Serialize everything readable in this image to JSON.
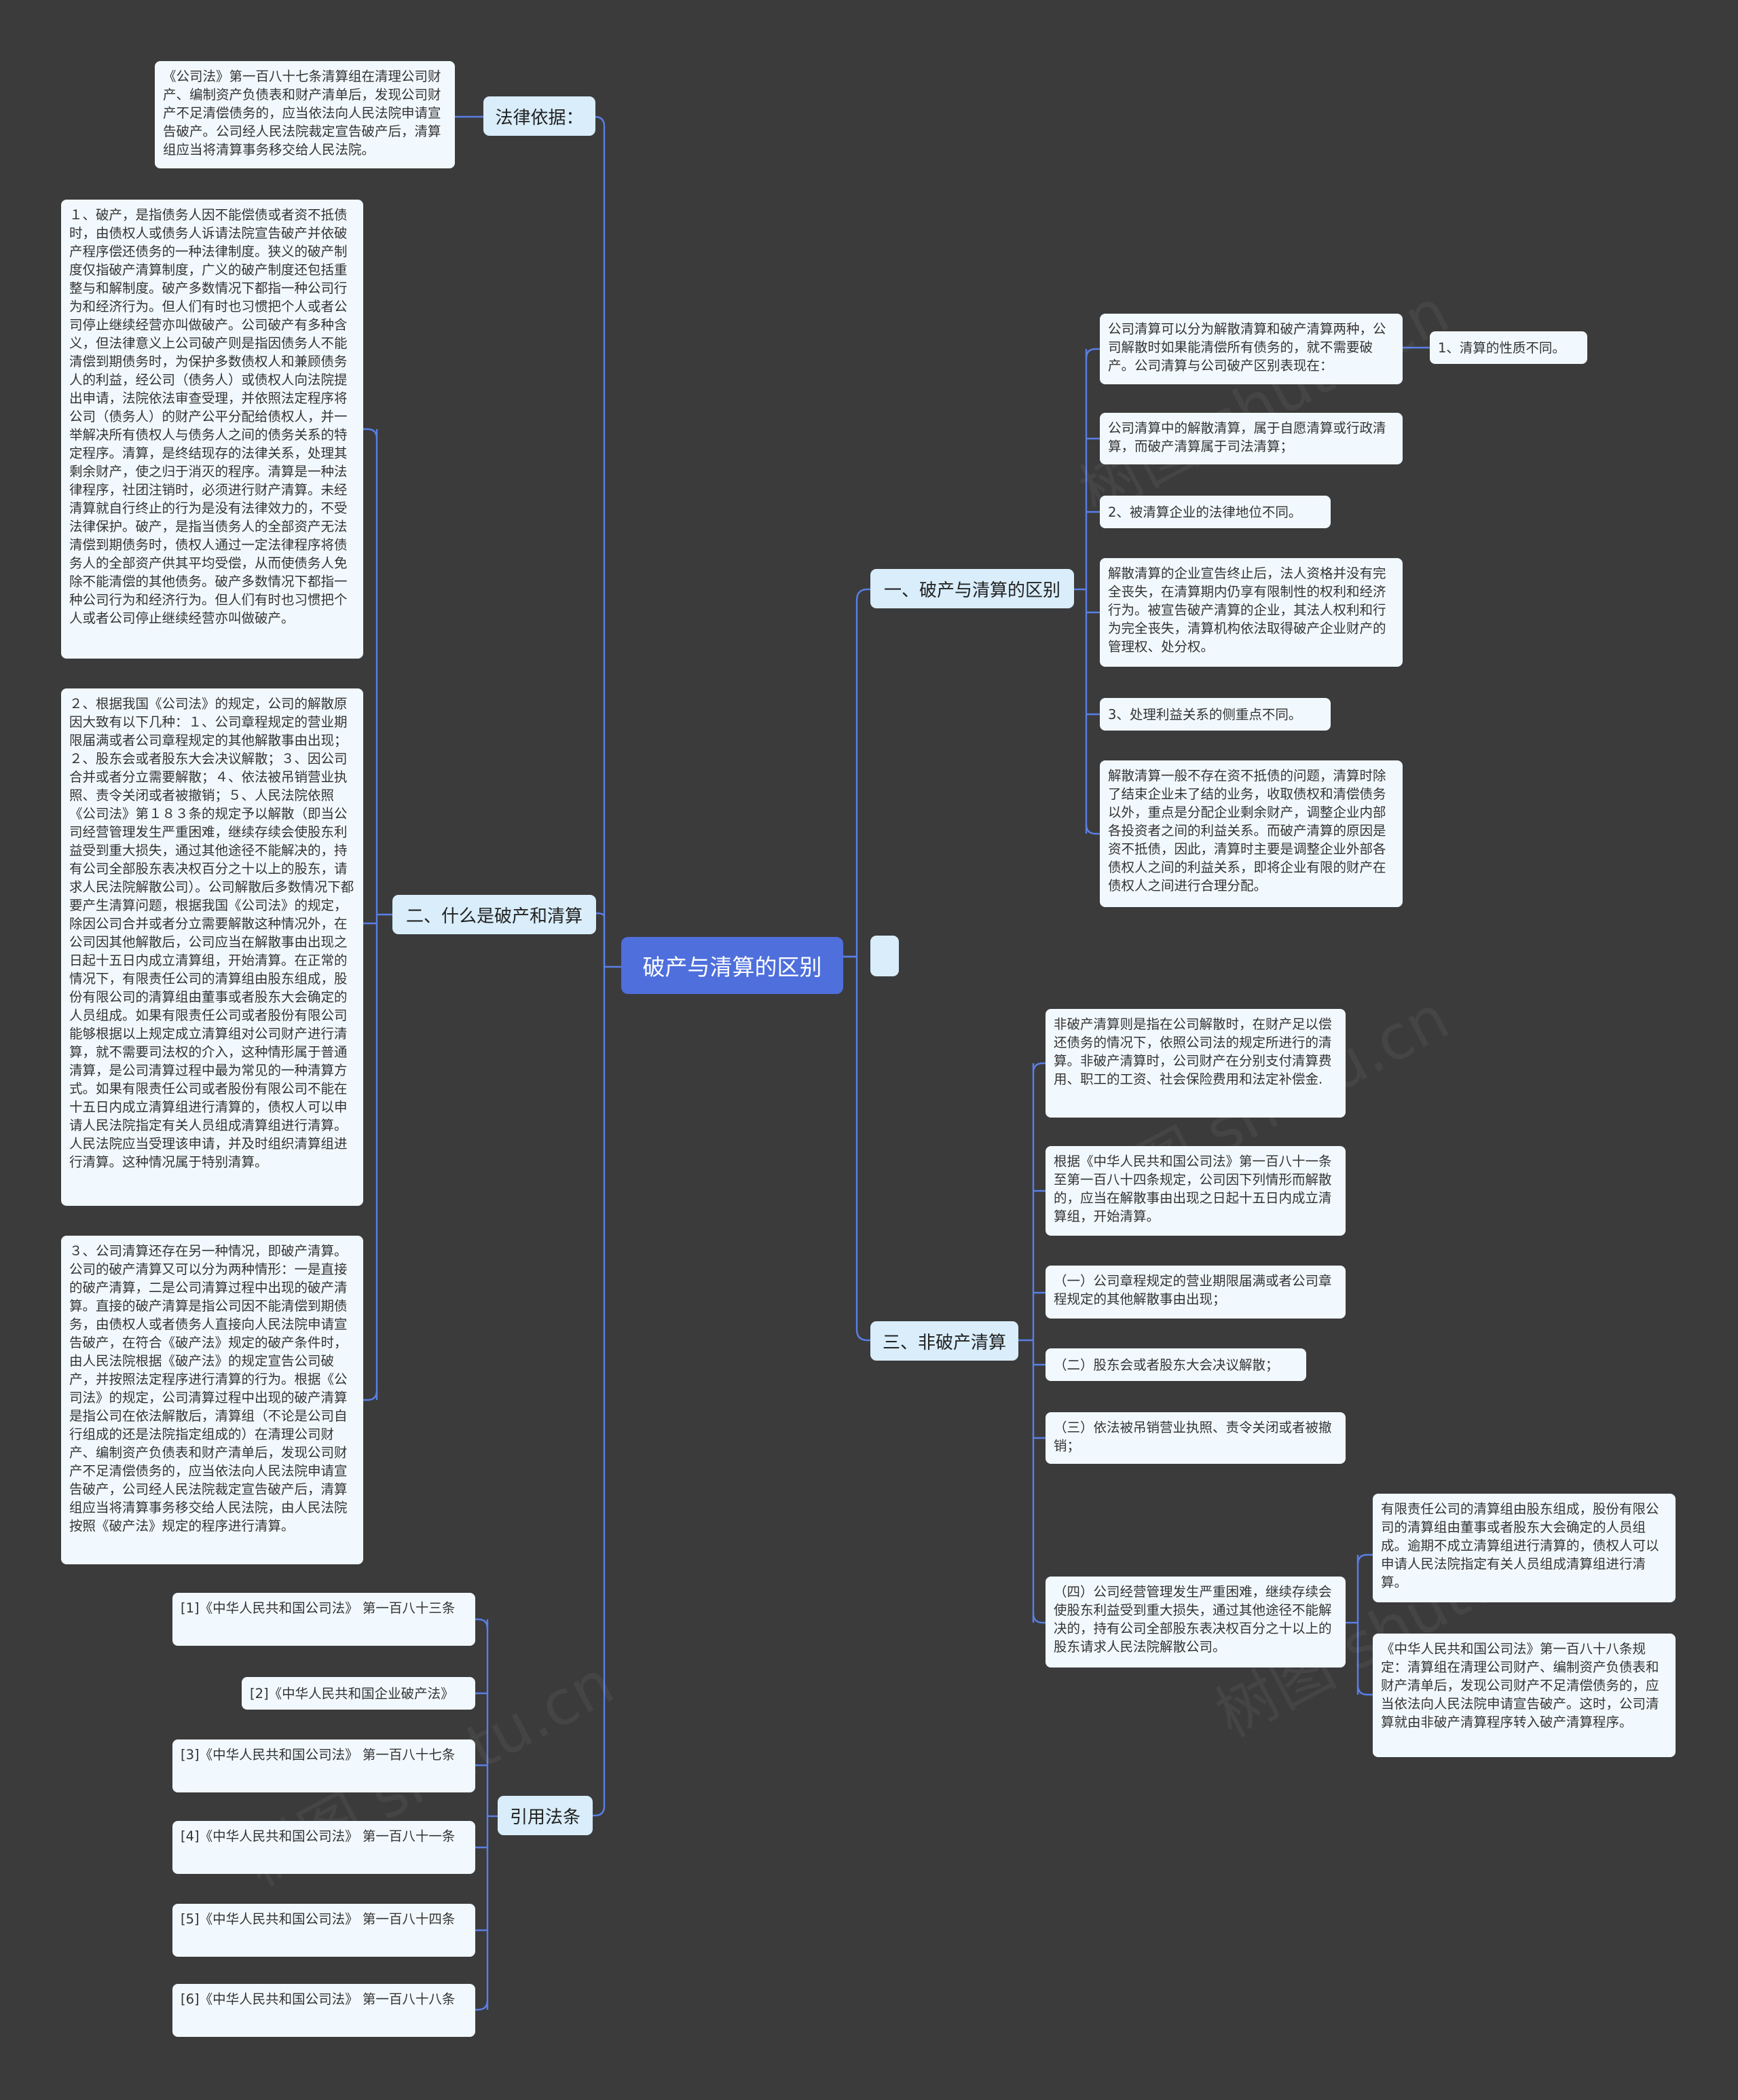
{
  "root": "破产与清算的区别",
  "branches": {
    "legal_basis": "法律依据：",
    "what_is": "二、什么是破产和清算",
    "citations": "引用法条",
    "difference": "一、破产与清算的区别",
    "empty": "",
    "non_bankrupt": "三、非破产清算"
  },
  "leaves": {
    "legal_basis_text": "《公司法》第一百八十七条清算组在清理公司财产、编制资产负债表和财产清单后，发现公司财产不足清偿债务的，应当依法向人民法院申请宣告破产。公司经人民法院裁定宣告破产后，清算组应当将清算事务移交给人民法院。",
    "what_is_1": "１、破产，是指债务人因不能偿债或者资不抵债时，由债权人或债务人诉请法院宣告破产并依破产程序偿还债务的一种法律制度。狭义的破产制度仅指破产清算制度，广义的破产制度还包括重整与和解制度。破产多数情况下都指一种公司行为和经济行为。但人们有时也习惯把个人或者公司停止继续经营亦叫做破产。公司破产有多种含义，但法律意义上公司破产则是指因债务人不能清偿到期债务时，为保护多数债权人和兼顾债务人的利益，经公司（债务人）或债权人向法院提出申请，法院依法审查受理，并依照法定程序将公司（债务人）的财产公平分配给债权人，并一举解决所有债权人与债务人之间的债务关系的特定程序。清算，是终结现存的法律关系，处理其剩余财产，使之归于消灭的程序。清算是一种法律程序，社团注销时，必须进行财产清算。未经清算就自行终止的行为是没有法律效力的，不受法律保护。破产，是指当债务人的全部资产无法清偿到期债务时，债权人通过一定法律程序将债务人的全部资产供其平均受偿，从而使债务人免除不能清偿的其他债务。破产多数情况下都指一种公司行为和经济行为。但人们有时也习惯把个人或者公司停止继续经营亦叫做破产。",
    "what_is_2": "２、根据我国《公司法》的规定，公司的解散原因大致有以下几种：１、公司章程规定的营业期限届满或者公司章程规定的其他解散事由出现；２、股东会或者股东大会决议解散；３、因公司合并或者分立需要解散；４、依法被吊销营业执照、责令关闭或者被撤销；５、人民法院依照《公司法》第１８３条的规定予以解散（即当公司经营管理发生严重困难，继续存续会使股东利益受到重大损失，通过其他途径不能解决的，持有公司全部股东表决权百分之十以上的股东，请求人民法院解散公司）。公司解散后多数情况下都要产生清算问题，根据我国《公司法》的规定，除因公司合并或者分立需要解散这种情况外，在公司因其他解散后，公司应当在解散事由出现之日起十五日内成立清算组，开始清算。在正常的情况下，有限责任公司的清算组由股东组成，股份有限公司的清算组由董事或者股东大会确定的人员组成。如果有限责任公司或者股份有限公司能够根据以上规定成立清算组对公司财产进行清算，就不需要司法权的介入，这种情形属于普通清算，是公司清算过程中最为常见的一种清算方式。如果有限责任公司或者股份有限公司不能在十五日内成立清算组进行清算的，债权人可以申请人民法院指定有关人员组成清算组进行清算。人民法院应当受理该申请，并及时组织清算组进行清算。这种情况属于特别清算。",
    "what_is_3": "３、公司清算还存在另一种情况，即破产清算。公司的破产清算又可以分为两种情形：一是直接的破产清算，二是公司清算过程中出现的破产清算。直接的破产清算是指公司因不能清偿到期债务，由债权人或者债务人直接向人民法院申请宣告破产，在符合《破产法》规定的破产条件时，由人民法院根据《破产法》的规定宣告公司破产，并按照法定程序进行清算的行为。根据《公司法》的规定，公司清算过程中出现的破产清算是指公司在依法解散后，清算组（不论是公司自行组成的还是法院指定组成的）在清理公司财产、编制资产负债表和财产清单后，发现公司财产不足清偿债务的，应当依法向人民法院申请宣告破产，公司经人民法院裁定宣告破产后，清算组应当将清算事务移交给人民法院，由人民法院按照《破产法》规定的程序进行清算。",
    "cite_1": "[1]《中华人民共和国公司法》 第一百八十三条",
    "cite_2": "[2]《中华人民共和国企业破产法》",
    "cite_3": "[3]《中华人民共和国公司法》 第一百八十七条",
    "cite_4": "[4]《中华人民共和国公司法》 第一百八十一条",
    "cite_5": "[5]《中华人民共和国公司法》 第一百八十四条",
    "cite_6": "[6]《中华人民共和国公司法》 第一百八十八条",
    "diff_intro": "公司清算可以分为解散清算和破产清算两种，公司解散时如果能清偿所有债务的，就不需要破产。公司清算与公司破产区别表现在：",
    "diff_intro_child": "1、清算的性质不同。",
    "diff_a": "公司清算中的解散清算，属于自愿清算或行政清算，而破产清算属于司法清算；",
    "diff_b": "2、被清算企业的法律地位不同。",
    "diff_c": "解散清算的企业宣告终止后，法人资格并没有完全丧失，在清算期内仍享有限制性的权利和经济行为。被宣告破产清算的企业，其法人权利和行为完全丧失，清算机构依法取得破产企业财产的管理权、处分权。",
    "diff_d": "3、处理利益关系的侧重点不同。",
    "diff_e": "解散清算一般不存在资不抵债的问题，清算时除了结束企业未了结的业务，收取债权和清偿债务以外，重点是分配企业剩余财产，调整企业内部各投资者之间的利益关系。而破产清算的原因是资不抵债，因此，清算时主要是调整企业外部各债权人之间的利益关系，即将企业有限的财产在债权人之间进行合理分配。",
    "nb_1": "非破产清算则是指在公司解散时，在财产足以偿还债务的情况下，依照公司法的规定所进行的清算。非破产清算时，公司财产在分别支付清算费用、职工的工资、社会保险费用和法定补偿金.",
    "nb_2": "根据《中华人民共和国公司法》第一百八十一条至第一百八十四条规定，公司因下列情形而解散的，应当在解散事由出现之日起十五日内成立清算组，开始清算。",
    "nb_3": "（一）公司章程规定的营业期限届满或者公司章程规定的其他解散事由出现；",
    "nb_4": "（二）股东会或者股东大会决议解散；",
    "nb_5": "（三）依法被吊销营业执照、责令关闭或者被撤销；",
    "nb_6": "（四）公司经营管理发生严重困难，继续存续会使股东利益受到重大损失，通过其他途径不能解决的，持有公司全部股东表决权百分之十以上的股东请求人民法院解散公司。",
    "nb_6a": "有限责任公司的清算组由股东组成，股份有限公司的清算组由董事或者股东大会确定的人员组成。逾期不成立清算组进行清算的，债权人可以申请人民法院指定有关人员组成清算组进行清算。",
    "nb_6b": "《中华人民共和国公司法》第一百八十八条规定：清算组在清理公司财产、编制资产负债表和财产清单后，发现公司财产不足清偿债务的，应当依法向人民法院申请宣告破产。这时，公司清算就由非破产清算程序转入破产清算程序。"
  },
  "colors": {
    "background": "#3b3b3c",
    "root": "#4e6fdc",
    "branch": "#d9edfb",
    "leaf": "#f2f9fe",
    "line": "#5a7fe6"
  }
}
